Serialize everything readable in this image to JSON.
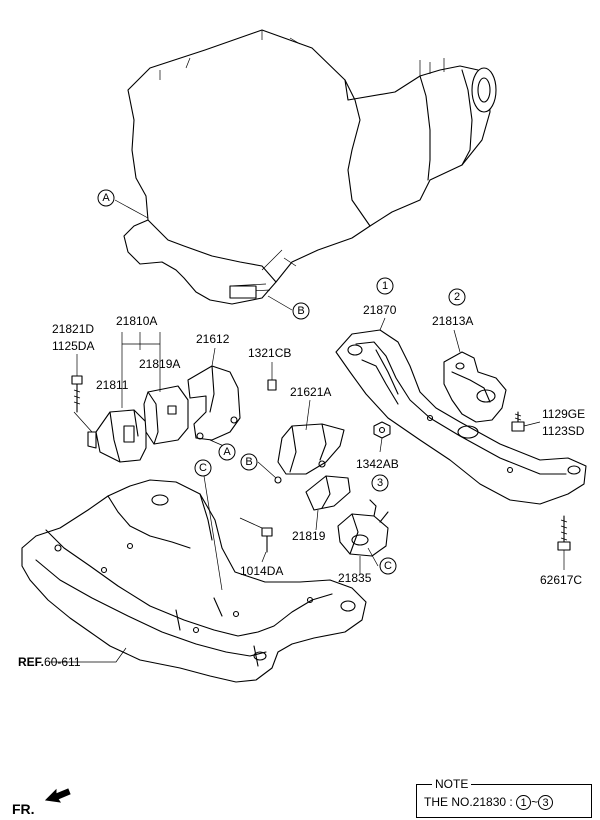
{
  "labels": {
    "p21810A": "21810A",
    "p21821D": "21821D",
    "p1125DA": "1125DA",
    "p21811": "21811",
    "p21819A": "21819A",
    "p21612": "21612",
    "p1321CB": "1321CB",
    "p21621A": "21621A",
    "p21870": "21870",
    "p21813A": "21813A",
    "p1129GE": "1129GE",
    "p1123SD": "1123SD",
    "p1342AB": "1342AB",
    "p21819": "21819",
    "p1014DA": "1014DA",
    "p21835": "21835",
    "p62617C": "62617C",
    "ref_bold": "REF.",
    "ref_num": "60-611"
  },
  "callouts": {
    "a": "A",
    "b": "B",
    "c": "C",
    "n1": "1",
    "n2": "2",
    "n3": "3"
  },
  "note": {
    "title": "NOTE",
    "text_prefix": "THE NO.21830 :",
    "range_start": "1",
    "range_sep": "~",
    "range_end": "3"
  },
  "direction": {
    "label": "FR."
  }
}
